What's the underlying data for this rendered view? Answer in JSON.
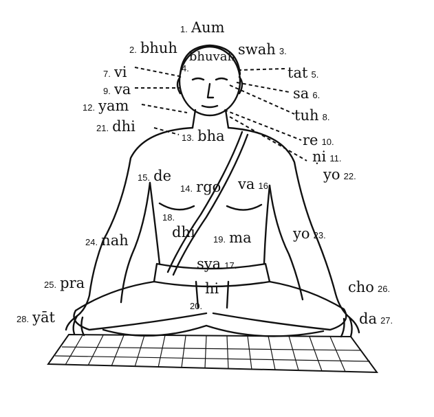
{
  "colors": {
    "ink": "#111111",
    "background": "#ffffff"
  },
  "labels": [
    {
      "num": "1.",
      "syllable": "Aum"
    },
    {
      "num": "2.",
      "syllable": "bhuh"
    },
    {
      "num": "3.",
      "syllable": "swah"
    },
    {
      "num": "4.",
      "syllable": "bhuvah"
    },
    {
      "num": "5.",
      "syllable": "tat"
    },
    {
      "num": "6.",
      "syllable": "sa"
    },
    {
      "num": "7.",
      "syllable": "vi"
    },
    {
      "num": "8.",
      "syllable": "tuh"
    },
    {
      "num": "9.",
      "syllable": "va"
    },
    {
      "num": "10.",
      "syllable": "re"
    },
    {
      "num": "11.",
      "syllable": "ṇi"
    },
    {
      "num": "12.",
      "syllable": "yam"
    },
    {
      "num": "13.",
      "syllable": "bha"
    },
    {
      "num": "14.",
      "syllable": "rgo"
    },
    {
      "num": "15.",
      "syllable": "de"
    },
    {
      "num": "16.",
      "syllable": "va"
    },
    {
      "num": "17.",
      "syllable": "sya"
    },
    {
      "num": "18.",
      "syllable": "dhi"
    },
    {
      "num": "19.",
      "syllable": "ma"
    },
    {
      "num": "20.",
      "syllable": "hi"
    },
    {
      "num": "21.",
      "syllable": "dhi"
    },
    {
      "num": "22.",
      "syllable": "yo"
    },
    {
      "num": "23.",
      "syllable": "yo"
    },
    {
      "num": "24.",
      "syllable": "nah"
    },
    {
      "num": "25.",
      "syllable": "pra"
    },
    {
      "num": "26.",
      "syllable": "cho"
    },
    {
      "num": "27.",
      "syllable": "da"
    },
    {
      "num": "28.",
      "syllable": "yāt"
    }
  ]
}
